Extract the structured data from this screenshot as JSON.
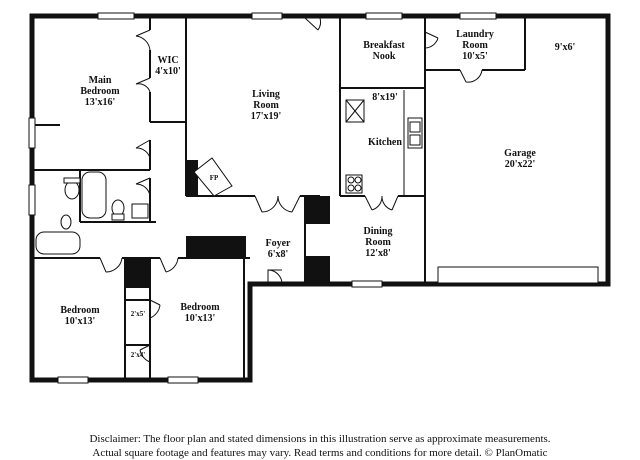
{
  "rooms": {
    "main_bedroom": {
      "name": "Main\nBedroom",
      "dims": "13'x16'"
    },
    "wic": {
      "name": "WIC",
      "dims": "4'x10'"
    },
    "living_room": {
      "name": "Living\nRoom",
      "dims": "17'x19'"
    },
    "breakfast_nook": {
      "name": "Breakfast\nNook",
      "dims": "8'x19'"
    },
    "kitchen": {
      "name": "Kitchen",
      "dims": ""
    },
    "laundry_room": {
      "name": "Laundry\nRoom",
      "dims": "10'x5'"
    },
    "garage": {
      "name": "Garage",
      "dims": "20'x22'"
    },
    "garage_nook": {
      "name": "",
      "dims": "9'x6'"
    },
    "foyer": {
      "name": "Foyer",
      "dims": "6'x8'"
    },
    "dining_room": {
      "name": "Dining\nRoom",
      "dims": "12'x8'"
    },
    "bedroom_left": {
      "name": "Bedroom",
      "dims": "10'x13'"
    },
    "bedroom_right": {
      "name": "Bedroom",
      "dims": "10'x13'"
    },
    "closet_upper": {
      "name": "",
      "dims": "2'x5'"
    },
    "closet_lower": {
      "name": "",
      "dims": "2'x4'"
    },
    "fireplace": {
      "name": "FP",
      "dims": ""
    }
  },
  "disclaimer": {
    "line1": "Disclaimer: The floor plan and stated dimensions in this illustration serve as approximate measurements.",
    "line2": "Actual square footage and features may vary. Read terms and conditions for more detail. © PlanOmatic"
  }
}
